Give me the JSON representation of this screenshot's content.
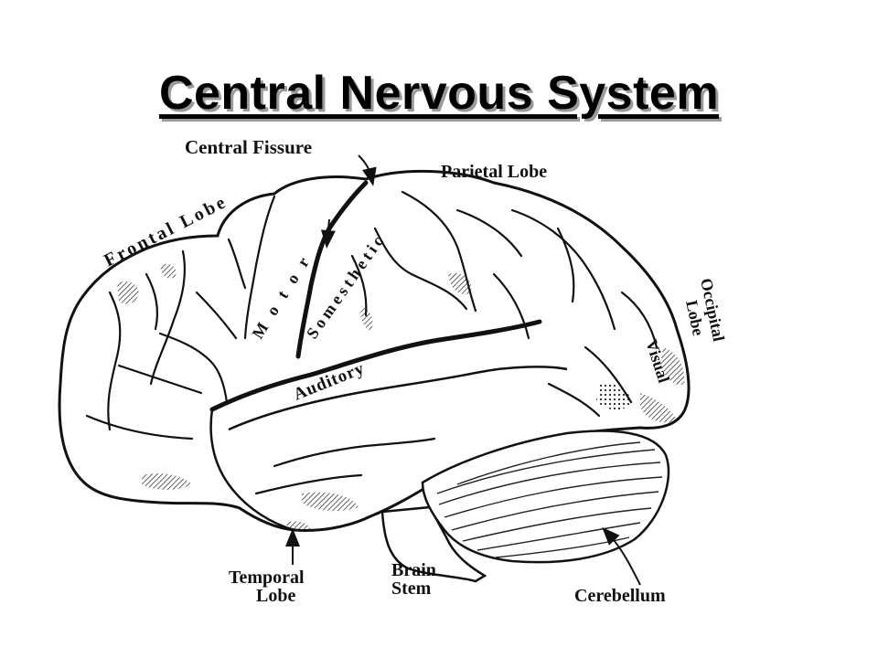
{
  "title": "Central Nervous System",
  "labels": {
    "central_fissure": "Central Fissure",
    "parietal_lobe": "Parietal Lobe",
    "frontal_lobe": "Frontal Lobe",
    "motor": "Motor",
    "somesthetic": "Somesthetic",
    "auditory": "Auditory",
    "occipital": "Occipital",
    "occipital_lobe_word": "Lobe",
    "visual": "Visual",
    "temporal": "Temporal",
    "temporal_lobe_word": "Lobe",
    "brain": "Brain",
    "stem": "Stem",
    "cerebellum": "Cerebellum"
  }
}
